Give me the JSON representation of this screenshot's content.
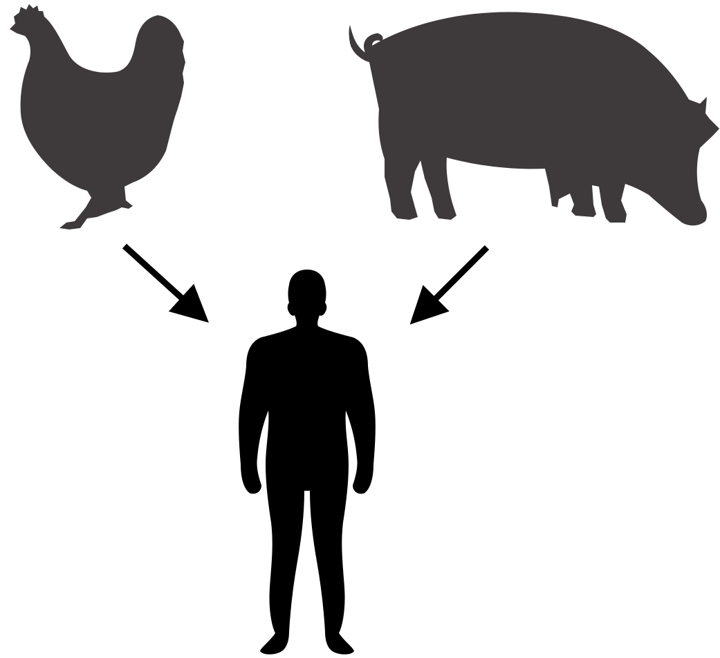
{
  "figures": {
    "chicken": {
      "icon": "chicken-icon",
      "color": "#3e3a3b"
    },
    "pig": {
      "icon": "pig-icon",
      "color": "#3e3a3b"
    },
    "human": {
      "icon": "human-icon",
      "color": "#000000"
    }
  },
  "arrows": [
    {
      "from": "chicken",
      "to": "human",
      "color": "#000000"
    },
    {
      "from": "pig",
      "to": "human",
      "color": "#000000"
    }
  ]
}
